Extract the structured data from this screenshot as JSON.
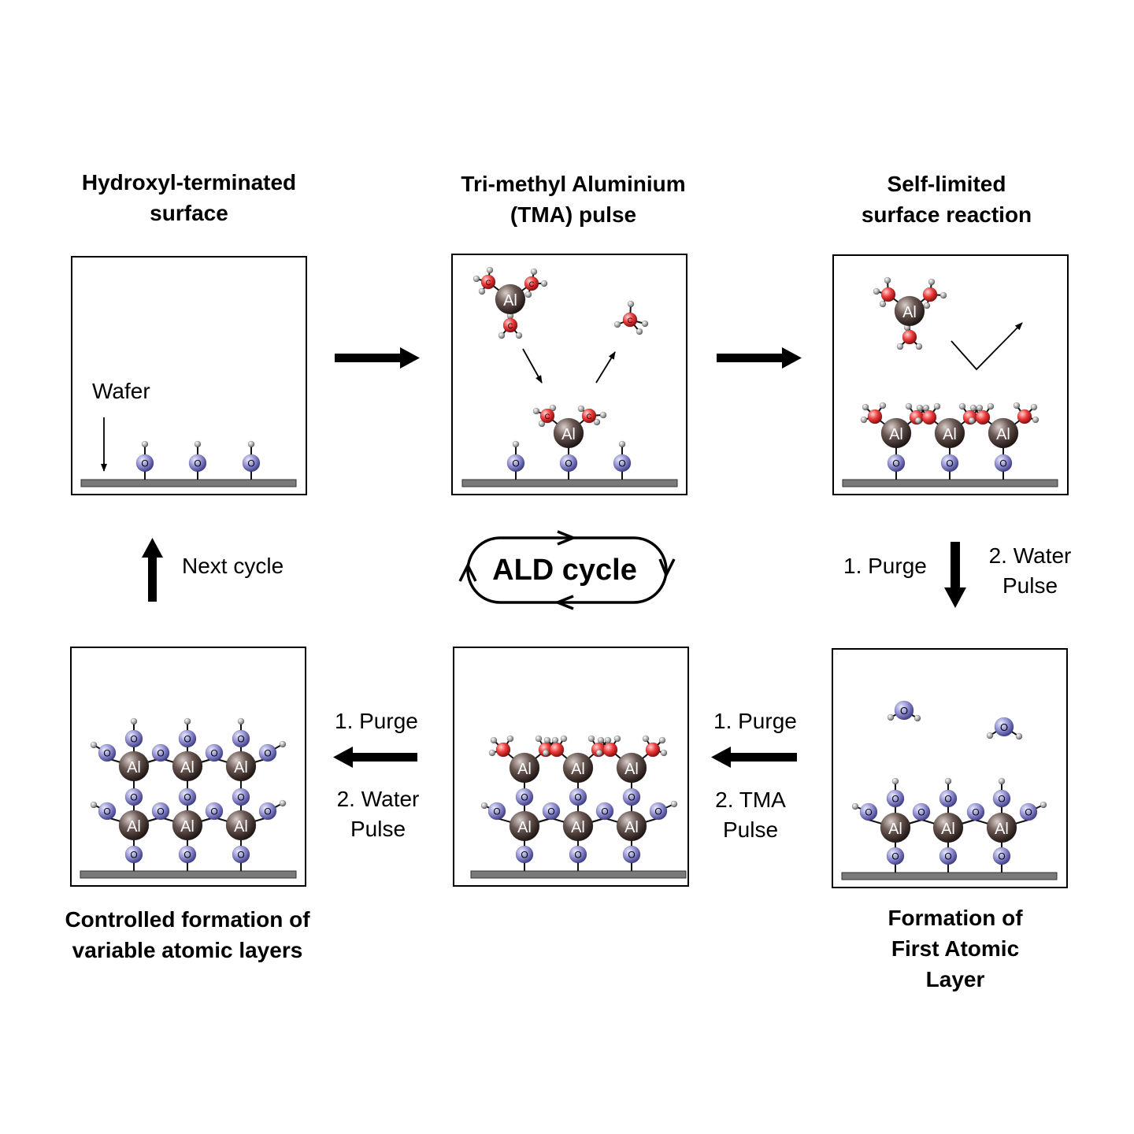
{
  "titles": {
    "hydroxyl": "Hydroxyl-terminated\nsurface",
    "tma": "Tri-methyl Aluminium\n(TMA) pulse",
    "selflimited": "Self-limited\nsurface reaction",
    "first_layer": "Formation of\nFirst Atomic Layer",
    "controlled": "Controlled formation of\nvariable atomic layers"
  },
  "labels": {
    "wafer": "Wafer",
    "next_cycle": "Next cycle",
    "right_step1": "1. Purge",
    "right_step2": "2. Water\nPulse",
    "mid_step1": "1. Purge",
    "mid_step2": "2. TMA\nPulse",
    "left_step1": "1. Purge",
    "left_step2": "2. Water\nPulse",
    "ald_cycle": "ALD cycle"
  },
  "atoms": {
    "aluminium": "Al",
    "oxygen": "O",
    "carbon": "C"
  },
  "colors": {
    "oxygen": "#8e8cd0",
    "carbon": "#ee3b3b",
    "aluminium": "#4a3b36",
    "hydrogen": "#a8a8a8",
    "wafer": "#7a7a7a"
  }
}
